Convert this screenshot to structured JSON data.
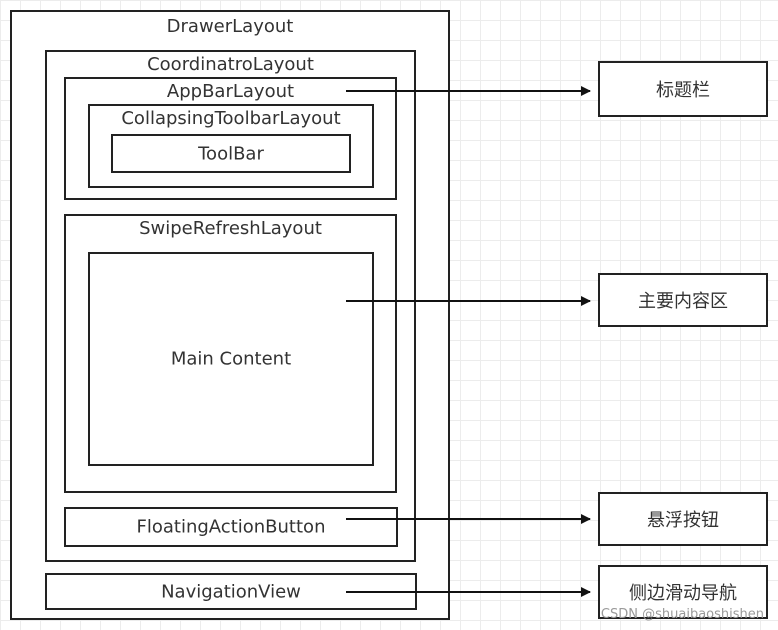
{
  "layouts": {
    "drawer": "DrawerLayout",
    "coordinator": "CoordinatroLayout",
    "appbar": "AppBarLayout",
    "collapsing": "CollapsingToolbarLayout",
    "toolbar": "ToolBar",
    "swipe": "SwipeRefreshLayout",
    "main_content": "Main Content",
    "fab": "FloatingActionButton",
    "nav": "NavigationView"
  },
  "callouts": {
    "title_bar": "标题栏",
    "main_area": "主要内容区",
    "fab": "悬浮按钮",
    "side_nav": "侧边滑动导航"
  },
  "watermark": "CSDN @shuaibaoshishen",
  "colors": {
    "stroke": "#222222",
    "text": "#333333",
    "grid": "#ececec"
  }
}
